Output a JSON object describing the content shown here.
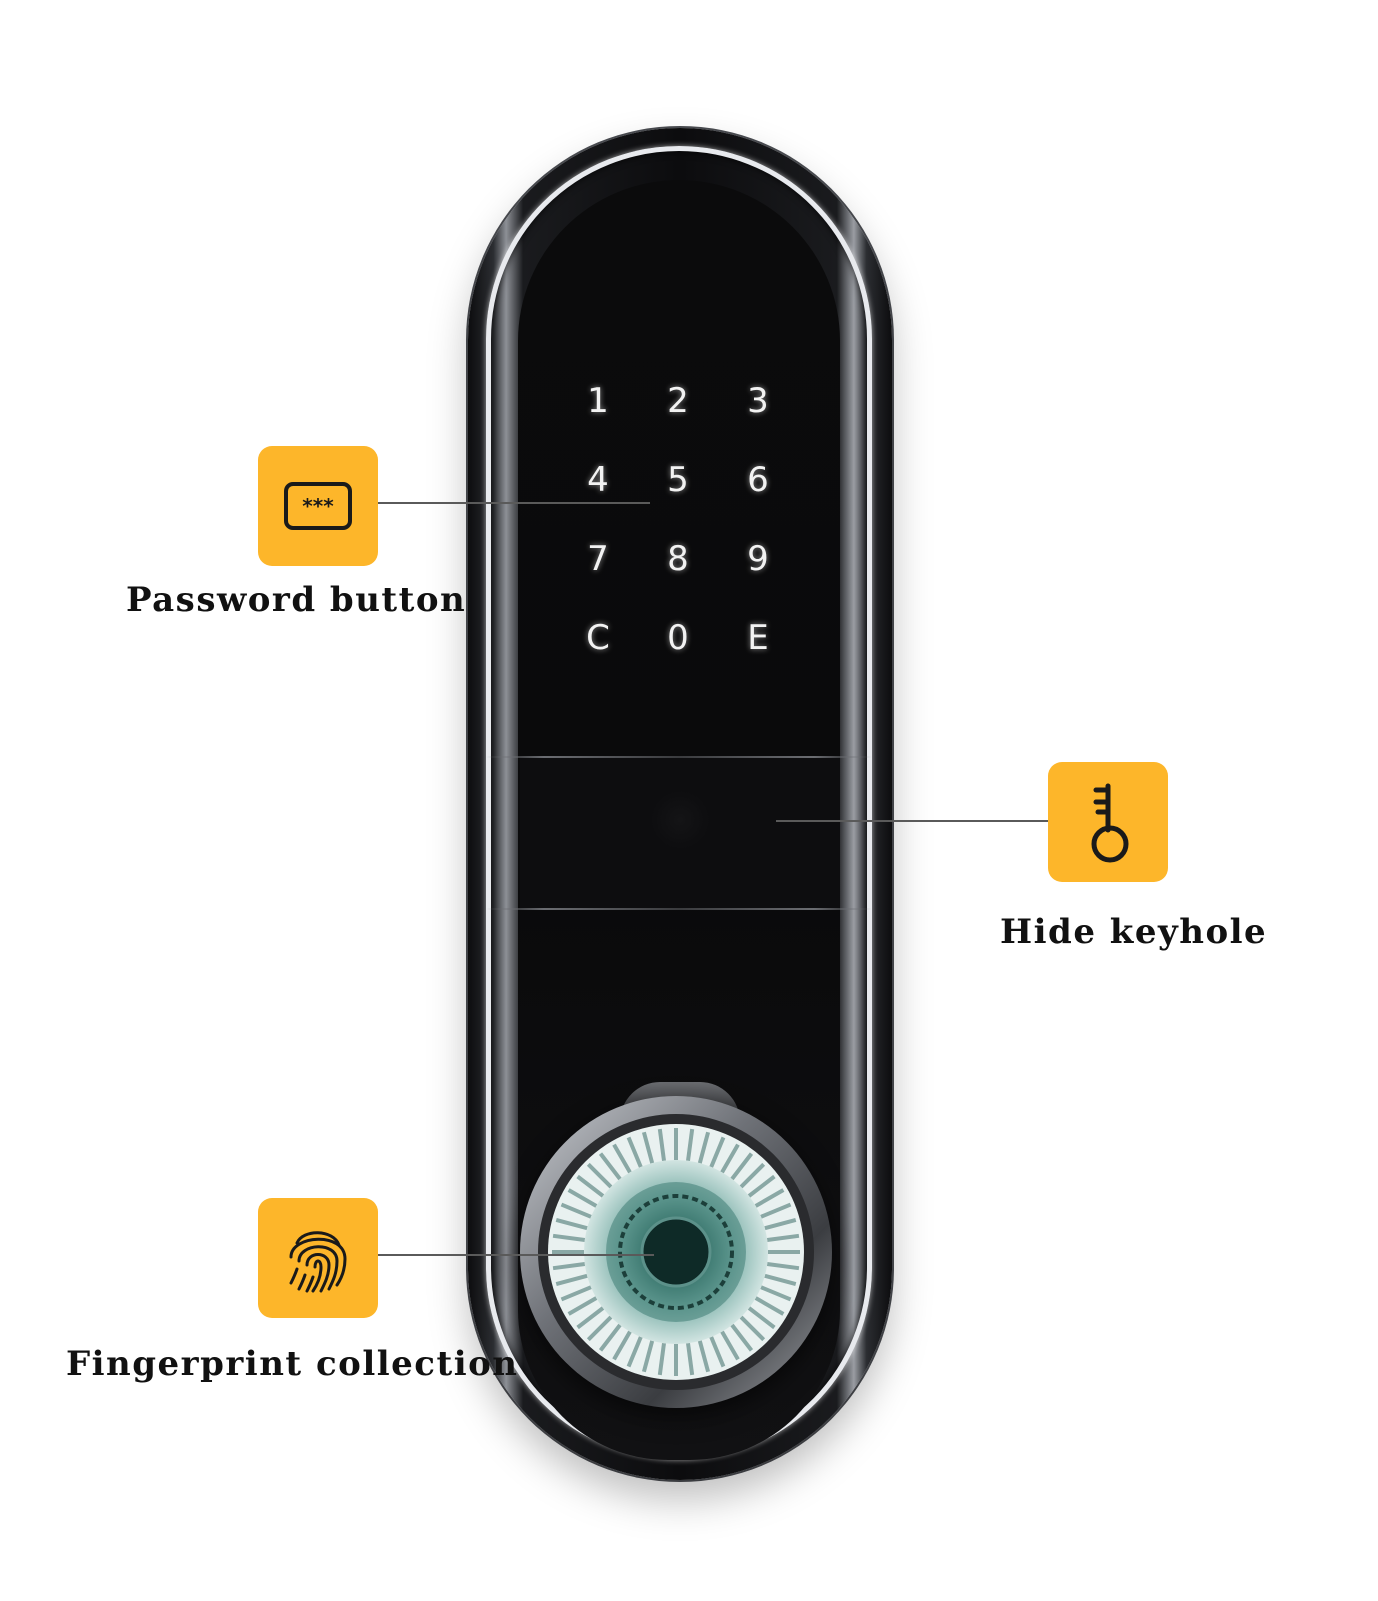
{
  "keypad": {
    "keys": [
      "1",
      "2",
      "3",
      "4",
      "5",
      "6",
      "7",
      "8",
      "9",
      "C",
      "0",
      "E"
    ]
  },
  "callouts": {
    "password": {
      "label": "Password button",
      "icon": "password-dots-icon",
      "dots": "***"
    },
    "keyhole": {
      "label": "Hide keyhole",
      "icon": "key-icon"
    },
    "fingerprint": {
      "label": "Fingerprint collection",
      "icon": "fingerprint-icon"
    }
  },
  "colors": {
    "badge": "#fdb62a",
    "panel": "#0b0b0c",
    "sensor": "#1f4a44"
  }
}
